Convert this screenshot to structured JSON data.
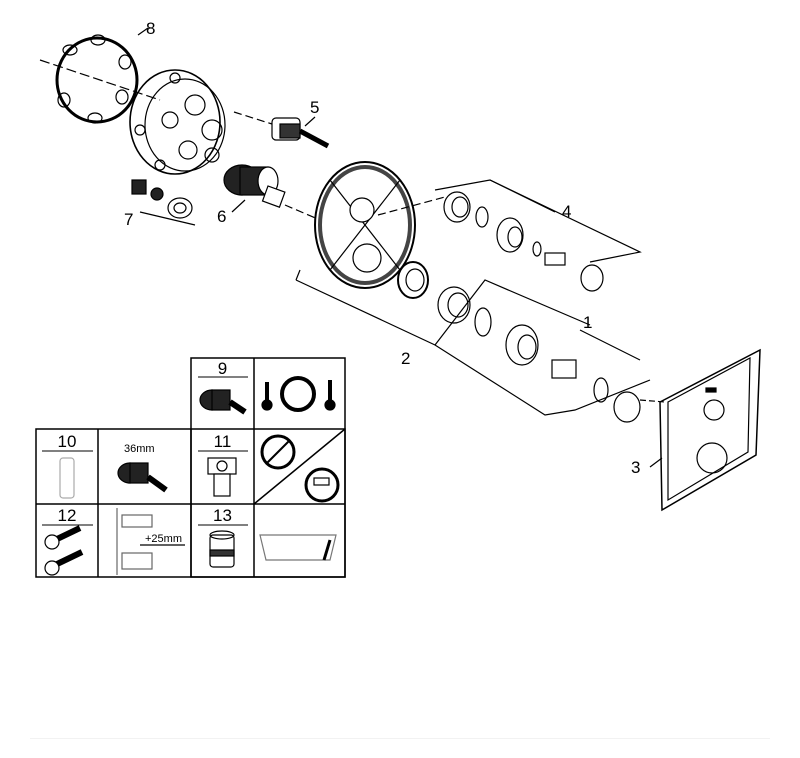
{
  "callouts": {
    "c1": "1",
    "c2": "2",
    "c3": "3",
    "c4": "4",
    "c5": "5",
    "c6": "6",
    "c7": "7",
    "c8": "8"
  },
  "accessory_table": {
    "items": [
      {
        "number": "9",
        "description_icon": "temperature-reversal-icon"
      },
      {
        "number": "10",
        "description_icon": "extension-sleeve"
      },
      {
        "number": "11",
        "description_icon": "lever-handle-stop-icon"
      },
      {
        "number": "12",
        "description_icon": "extension-set-icon"
      },
      {
        "number": "13",
        "description_icon": "bathtub-icon"
      }
    ],
    "size_label": "36mm",
    "extension_label": "+25mm"
  }
}
